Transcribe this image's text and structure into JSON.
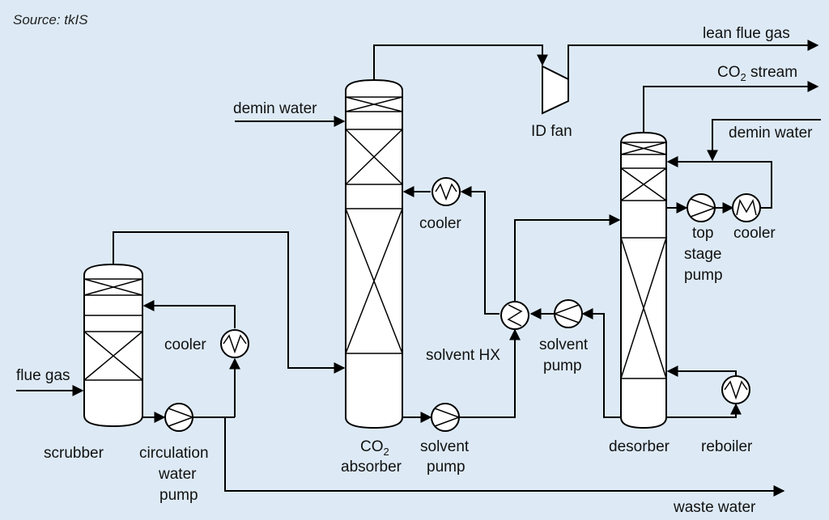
{
  "source": "Source: tkIS",
  "labels": {
    "lean_flue_gas": "lean flue gas",
    "co2_stream_prefix": "CO",
    "co2_stream_sub": "2",
    "co2_stream_suffix": " stream",
    "demin_water_left": "demin water",
    "demin_water_right": "demin water",
    "id_fan": "ID fan",
    "cooler_absorber": "cooler",
    "cooler_top": "cooler",
    "top_stage_1": "top",
    "top_stage_2": "stage",
    "top_stage_3": "pump",
    "cooler_scrubber": "cooler",
    "flue_gas": "flue gas",
    "scrubber": "scrubber",
    "circulation_1": "circulation",
    "circulation_2": "water",
    "circulation_3": "pump",
    "absorber_1_prefix": "CO",
    "absorber_1_sub": "2",
    "absorber_2": "absorber",
    "solvent_pump_bottom_1": "solvent",
    "solvent_pump_bottom_2": "pump",
    "solvent_hx": "solvent HX",
    "solvent_pump_right_1": "solvent",
    "solvent_pump_right_2": "pump",
    "desorber": "desorber",
    "reboiler": "reboiler",
    "waste_water": "waste water"
  },
  "colors": {
    "background": "#ddeaf5",
    "line": "#000000",
    "vessel_fill": "#ffffff"
  }
}
